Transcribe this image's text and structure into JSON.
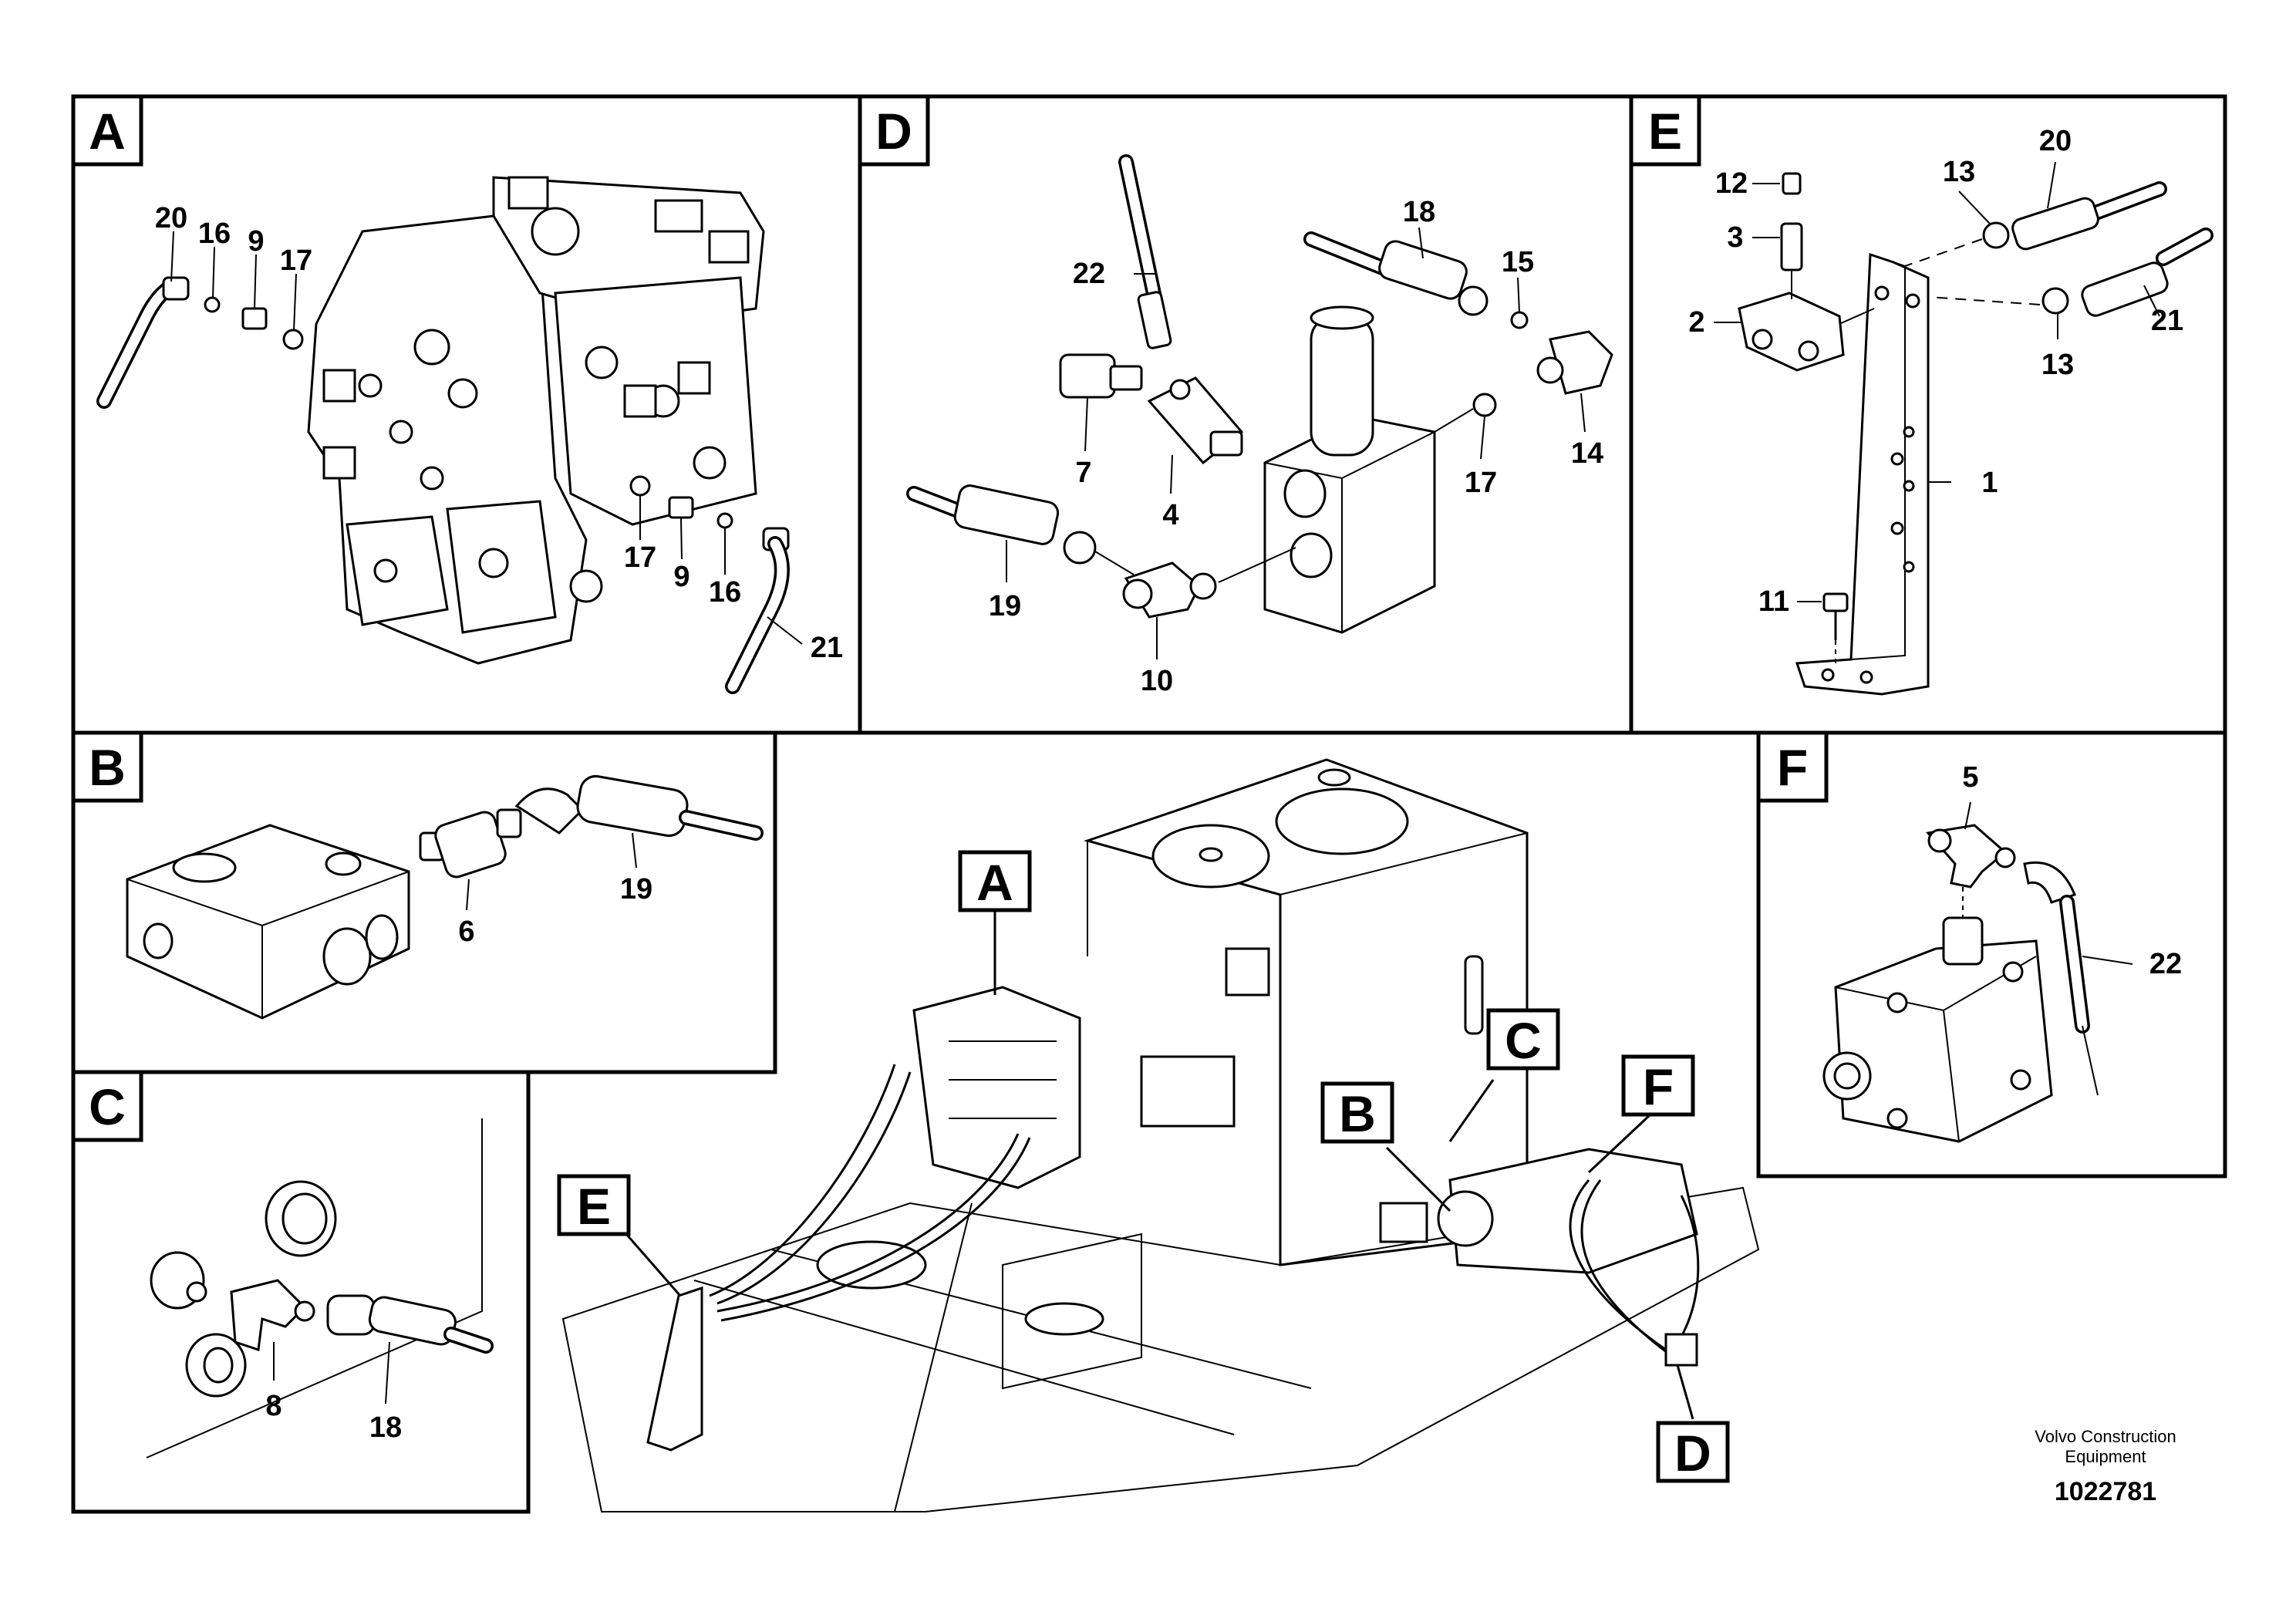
{
  "panels": {
    "A": {
      "tag": "A",
      "callouts": [
        "20",
        "16",
        "9",
        "17",
        "17",
        "9",
        "16",
        "21"
      ]
    },
    "D": {
      "tag": "D",
      "callouts": [
        "22",
        "18",
        "15",
        "7",
        "4",
        "17",
        "14",
        "19",
        "10"
      ]
    },
    "E": {
      "tag": "E",
      "callouts": [
        "12",
        "13",
        "20",
        "3",
        "2",
        "21",
        "13",
        "1",
        "11"
      ]
    },
    "B": {
      "tag": "B",
      "callouts": [
        "6",
        "19"
      ]
    },
    "C": {
      "tag": "C",
      "callouts": [
        "8",
        "18"
      ]
    },
    "F": {
      "tag": "F",
      "callouts": [
        "5",
        "22"
      ]
    }
  },
  "overview": {
    "tags": [
      "A",
      "B",
      "C",
      "D",
      "E",
      "F"
    ]
  },
  "footer": {
    "company_line1": "Volvo Construction",
    "company_line2": "Equipment",
    "drawing_number": "1022781"
  }
}
